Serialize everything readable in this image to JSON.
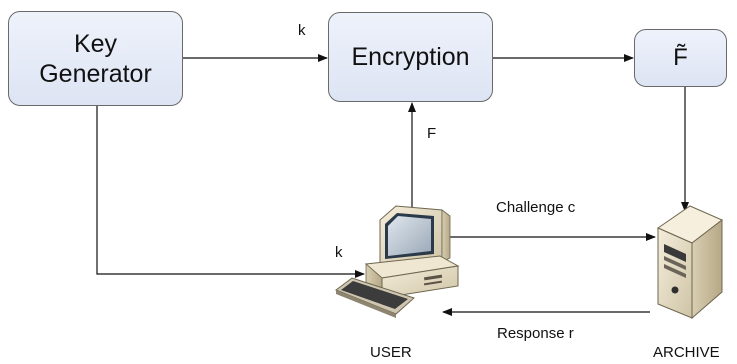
{
  "boxes": {
    "key_generator_line1": "Key",
    "key_generator_line2": "Generator",
    "encryption": "Encryption",
    "encoded_file": "F̃"
  },
  "labels": {
    "k_top": "k",
    "f": "F",
    "challenge": "Challenge c",
    "k_bottom": "k",
    "response": "Response r",
    "user": "USER",
    "archive": "ARCHIVE"
  },
  "icons": {
    "user": "desktop-computer-icon",
    "archive": "server-tower-icon"
  }
}
